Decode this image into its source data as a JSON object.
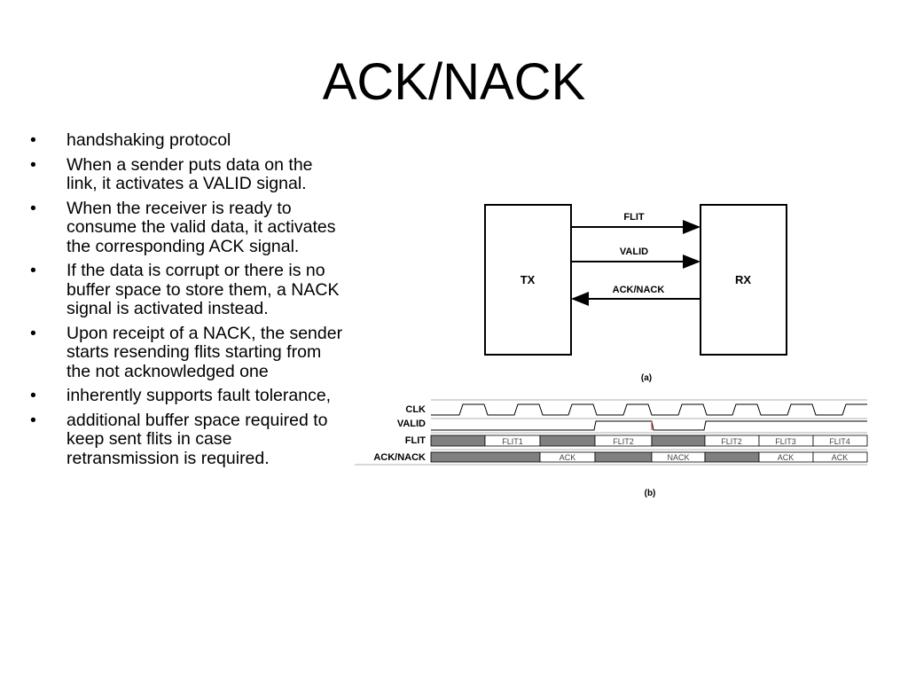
{
  "slide": {
    "title": "ACK/NACK",
    "bullets": [
      "handshaking protocol",
      "When a sender puts data on the link, it activates a VALID signal.",
      "When the receiver is ready to consume the valid data, it activates the corresponding ACK signal.",
      "If the data is corrupt or there is no buffer space to store them, a NACK signal is activated instead.",
      "Upon receipt of a NACK, the sender starts resending flits starting from the not acknowledged one",
      "inherently supports fault tolerance,",
      "additional buffer space required to keep sent flits in case retransmission is required."
    ],
    "bullet_glyph": "•"
  },
  "diagram_a": {
    "tx_label": "TX",
    "rx_label": "RX",
    "signals": [
      "FLIT",
      "VALID",
      "ACK/NACK"
    ],
    "caption": "(a)"
  },
  "diagram_b": {
    "rows": [
      "CLK",
      "VALID",
      "FLIT",
      "ACK/NACK"
    ],
    "flit_labels": [
      "FLIT1",
      "FLIT2",
      "FLIT2",
      "FLIT3",
      "FLIT4"
    ],
    "ack_labels": [
      "ACK",
      "NACK",
      "ACK",
      "ACK"
    ],
    "caption": "(b)",
    "colors": {
      "filled": "#808080",
      "line": "#000000"
    }
  }
}
